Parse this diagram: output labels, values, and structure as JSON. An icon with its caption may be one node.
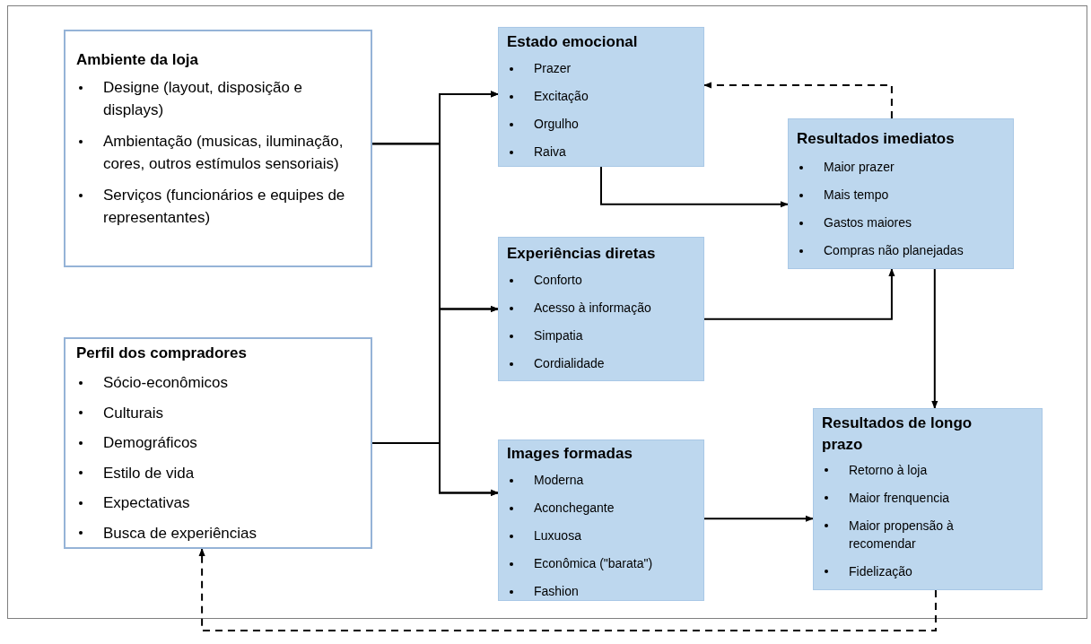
{
  "diagram": {
    "nodes": [
      {
        "text": [
          "Ambiente da loja",
          "Designe (layout, disposição e displays)",
          "Ambientação (musicas, iluminação, cores, outros estímulos sensoriais)",
          "Serviços (funcionários e equipes de representantes)"
        ]
      },
      {
        "text": [
          "Perfil dos compradores",
          "Sócio-econômicos",
          "Culturais",
          "Demográficos",
          "Estilo de vida",
          "Expectativas",
          "Busca de experiências"
        ]
      },
      {
        "text": [
          "Estado emocional",
          "Prazer",
          "Excitação",
          "Orgulho",
          "Raiva"
        ]
      },
      {
        "text": [
          "Experiências diretas",
          "Conforto",
          "Acesso à informação",
          "Simpatia",
          "Cordialidade"
        ]
      },
      {
        "text": [
          "Images formadas",
          "Moderna",
          "Aconchegante",
          "Luxuosa",
          "Econômica (\"barata\")",
          "Fashion"
        ]
      },
      {
        "text": [
          "Resultados imediatos",
          "Maior prazer",
          "Mais tempo",
          "Gastos maiores",
          "Compras não planejadas"
        ]
      },
      {
        "text": [
          "Resultados de longo prazo",
          "Retorno à loja",
          "Maior frenquencia",
          "Maior propensão à recomendar",
          "Fidelização"
        ]
      }
    ],
    "edges": [
      {
        "from": 0,
        "to": 2,
        "arrow": "to"
      },
      {
        "from": 0,
        "to": 3,
        "arrow": "to"
      },
      {
        "from": 0,
        "to": 4,
        "arrow": "to"
      },
      {
        "from": 1,
        "to": 2,
        "arrow": "to"
      },
      {
        "from": 1,
        "to": 3,
        "arrow": "to"
      },
      {
        "from": 1,
        "to": 4,
        "arrow": "to"
      },
      {
        "from": 2,
        "to": 5,
        "arrow": "to"
      },
      {
        "from": 3,
        "to": 5,
        "arrow": "to"
      },
      {
        "from": 4,
        "to": 6,
        "arrow": "to"
      },
      {
        "from": 5,
        "to": 6,
        "arrow": "to"
      },
      {
        "from": 5,
        "to": 2,
        "arrow": "to",
        "style": "dashed"
      },
      {
        "from": 6,
        "to": 1,
        "arrow": "to",
        "style": "dashed"
      }
    ]
  }
}
